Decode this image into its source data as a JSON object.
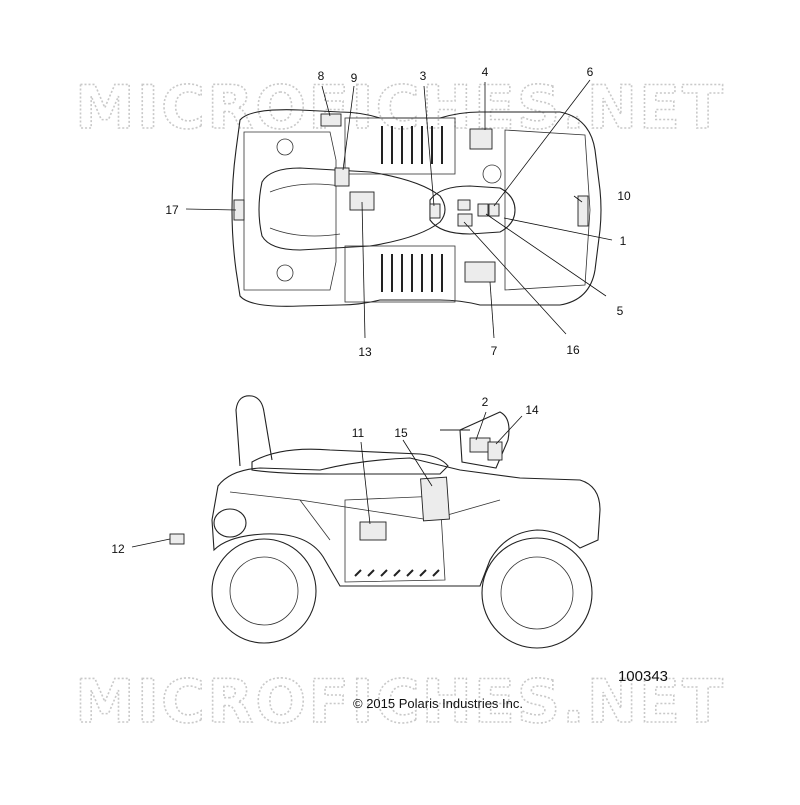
{
  "watermark": {
    "text": "MICROFICHES.NET"
  },
  "figure": {
    "part_number": "100343"
  },
  "footer": {
    "copyright": "© 2015 Polaris Industries Inc."
  },
  "callouts": {
    "c1": "1",
    "c2": "2",
    "c3": "3",
    "c4": "4",
    "c5": "5",
    "c6": "6",
    "c7": "7",
    "c8": "8",
    "c9": "9",
    "c10": "10",
    "c11": "11",
    "c12": "12",
    "c13": "13",
    "c14": "14",
    "c15": "15",
    "c16": "16",
    "c17": "17"
  }
}
